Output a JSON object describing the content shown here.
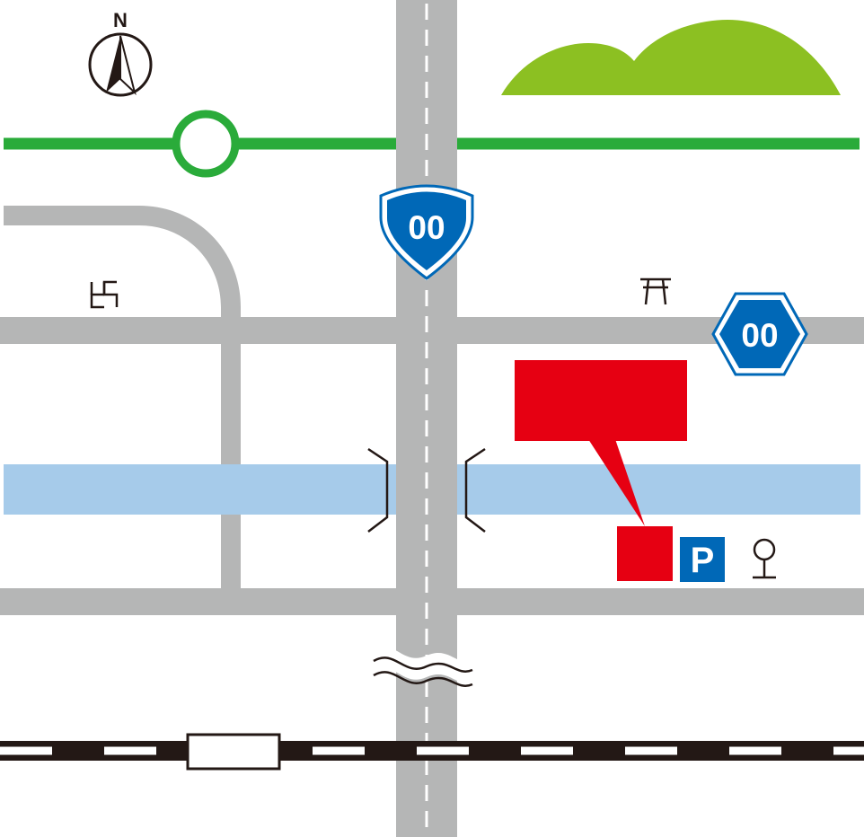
{
  "map": {
    "north_label": "N",
    "national_route_number": "00",
    "prefectural_route_number": "00",
    "parking_label": "P",
    "colors": {
      "road": "#b5b6b6",
      "rail_line": "#2aab3a",
      "river": "#a6cbea",
      "hill": "#8cc022",
      "destination": "#e60012",
      "route_sign": "#0068b7",
      "railway": "#231815"
    },
    "icons": [
      "north-arrow-icon",
      "station-circle-icon",
      "temple-icon",
      "shrine-icon",
      "parking-icon",
      "park-icon",
      "route-shield-icon",
      "route-hexagon-icon"
    ]
  }
}
